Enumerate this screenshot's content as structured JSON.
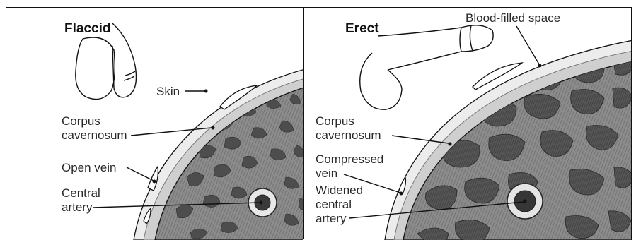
{
  "flaccid": {
    "title": "Flaccid",
    "labels": {
      "skin": "Skin",
      "corpus": [
        "Corpus",
        "cavernosum"
      ],
      "open_vein": "Open vein",
      "central_artery": [
        "Central",
        "artery"
      ]
    }
  },
  "erect": {
    "title": "Erect",
    "labels": {
      "blood_filled_space": "Blood-filled space",
      "corpus": [
        "Corpus",
        "cavernosum"
      ],
      "compressed_vein": [
        "Compressed",
        "vein"
      ],
      "widened_central_artery": [
        "Widened",
        "central",
        "artery"
      ]
    }
  },
  "colors": {
    "tissue": "#5b5b5b",
    "tissue_light": "#9a9a9a",
    "skin_band": "#d9d9d9",
    "space": "#4a4a4a",
    "ink": "#111111"
  }
}
